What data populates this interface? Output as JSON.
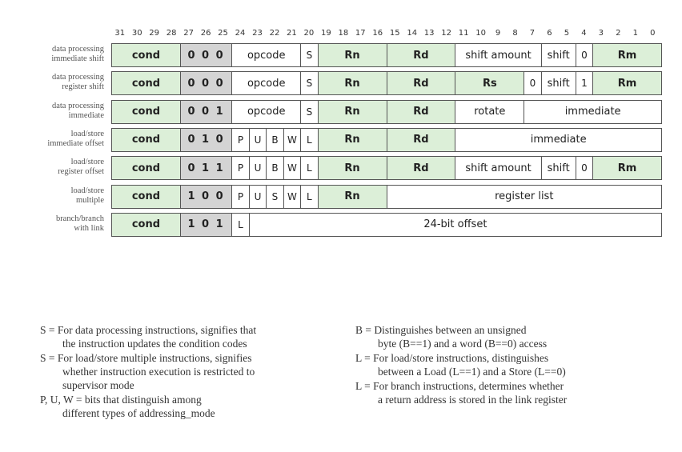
{
  "bit_numbers": [
    "31",
    "30",
    "29",
    "28",
    "27",
    "26",
    "25",
    "24",
    "23",
    "22",
    "21",
    "20",
    "19",
    "18",
    "17",
    "16",
    "15",
    "14",
    "13",
    "12",
    "11",
    "10",
    "9",
    "8",
    "7",
    "6",
    "5",
    "4",
    "3",
    "2",
    "1",
    "0"
  ],
  "rows": [
    {
      "label_lines": [
        "data processing",
        "immediate shift"
      ],
      "fields": [
        {
          "text": "cond",
          "hi": 31,
          "lo": 28,
          "style": "green"
        },
        {
          "text": "0 0 0",
          "hi": 27,
          "lo": 25,
          "style": "gray"
        },
        {
          "text": "opcode",
          "hi": 24,
          "lo": 21,
          "style": "white"
        },
        {
          "text": "S",
          "hi": 20,
          "lo": 20,
          "style": "white"
        },
        {
          "text": "Rn",
          "hi": 19,
          "lo": 16,
          "style": "green"
        },
        {
          "text": "Rd",
          "hi": 15,
          "lo": 12,
          "style": "green"
        },
        {
          "text": "shift amount",
          "hi": 11,
          "lo": 7,
          "style": "white"
        },
        {
          "text": "shift",
          "hi": 6,
          "lo": 5,
          "style": "white"
        },
        {
          "text": "0",
          "hi": 4,
          "lo": 4,
          "style": "white"
        },
        {
          "text": "Rm",
          "hi": 3,
          "lo": 0,
          "style": "green"
        }
      ]
    },
    {
      "label_lines": [
        "data processing",
        "register shift"
      ],
      "fields": [
        {
          "text": "cond",
          "hi": 31,
          "lo": 28,
          "style": "green"
        },
        {
          "text": "0 0 0",
          "hi": 27,
          "lo": 25,
          "style": "gray"
        },
        {
          "text": "opcode",
          "hi": 24,
          "lo": 21,
          "style": "white"
        },
        {
          "text": "S",
          "hi": 20,
          "lo": 20,
          "style": "white"
        },
        {
          "text": "Rn",
          "hi": 19,
          "lo": 16,
          "style": "green"
        },
        {
          "text": "Rd",
          "hi": 15,
          "lo": 12,
          "style": "green"
        },
        {
          "text": "Rs",
          "hi": 11,
          "lo": 8,
          "style": "green"
        },
        {
          "text": "0",
          "hi": 7,
          "lo": 7,
          "style": "white"
        },
        {
          "text": "shift",
          "hi": 6,
          "lo": 5,
          "style": "white"
        },
        {
          "text": "1",
          "hi": 4,
          "lo": 4,
          "style": "white"
        },
        {
          "text": "Rm",
          "hi": 3,
          "lo": 0,
          "style": "green"
        }
      ]
    },
    {
      "label_lines": [
        "data processing",
        "immediate"
      ],
      "fields": [
        {
          "text": "cond",
          "hi": 31,
          "lo": 28,
          "style": "green"
        },
        {
          "text": "0 0 1",
          "hi": 27,
          "lo": 25,
          "style": "gray"
        },
        {
          "text": "opcode",
          "hi": 24,
          "lo": 21,
          "style": "white"
        },
        {
          "text": "S",
          "hi": 20,
          "lo": 20,
          "style": "white"
        },
        {
          "text": "Rn",
          "hi": 19,
          "lo": 16,
          "style": "green"
        },
        {
          "text": "Rd",
          "hi": 15,
          "lo": 12,
          "style": "green"
        },
        {
          "text": "rotate",
          "hi": 11,
          "lo": 8,
          "style": "white"
        },
        {
          "text": "immediate",
          "hi": 7,
          "lo": 0,
          "style": "white"
        }
      ]
    },
    {
      "label_lines": [
        "load/store",
        "immediate offset"
      ],
      "fields": [
        {
          "text": "cond",
          "hi": 31,
          "lo": 28,
          "style": "green"
        },
        {
          "text": "0 1 0",
          "hi": 27,
          "lo": 25,
          "style": "gray"
        },
        {
          "text": "P",
          "hi": 24,
          "lo": 24,
          "style": "white"
        },
        {
          "text": "U",
          "hi": 23,
          "lo": 23,
          "style": "white"
        },
        {
          "text": "B",
          "hi": 22,
          "lo": 22,
          "style": "white"
        },
        {
          "text": "W",
          "hi": 21,
          "lo": 21,
          "style": "white"
        },
        {
          "text": "L",
          "hi": 20,
          "lo": 20,
          "style": "white"
        },
        {
          "text": "Rn",
          "hi": 19,
          "lo": 16,
          "style": "green"
        },
        {
          "text": "Rd",
          "hi": 15,
          "lo": 12,
          "style": "green"
        },
        {
          "text": "immediate",
          "hi": 11,
          "lo": 0,
          "style": "white"
        }
      ]
    },
    {
      "label_lines": [
        "load/store",
        "register offset"
      ],
      "fields": [
        {
          "text": "cond",
          "hi": 31,
          "lo": 28,
          "style": "green"
        },
        {
          "text": "0 1 1",
          "hi": 27,
          "lo": 25,
          "style": "gray"
        },
        {
          "text": "P",
          "hi": 24,
          "lo": 24,
          "style": "white"
        },
        {
          "text": "U",
          "hi": 23,
          "lo": 23,
          "style": "white"
        },
        {
          "text": "B",
          "hi": 22,
          "lo": 22,
          "style": "white"
        },
        {
          "text": "W",
          "hi": 21,
          "lo": 21,
          "style": "white"
        },
        {
          "text": "L",
          "hi": 20,
          "lo": 20,
          "style": "white"
        },
        {
          "text": "Rn",
          "hi": 19,
          "lo": 16,
          "style": "green"
        },
        {
          "text": "Rd",
          "hi": 15,
          "lo": 12,
          "style": "green"
        },
        {
          "text": "shift amount",
          "hi": 11,
          "lo": 7,
          "style": "white"
        },
        {
          "text": "shift",
          "hi": 6,
          "lo": 5,
          "style": "white"
        },
        {
          "text": "0",
          "hi": 4,
          "lo": 4,
          "style": "white"
        },
        {
          "text": "Rm",
          "hi": 3,
          "lo": 0,
          "style": "green"
        }
      ]
    },
    {
      "label_lines": [
        "load/store",
        "multiple"
      ],
      "fields": [
        {
          "text": "cond",
          "hi": 31,
          "lo": 28,
          "style": "green"
        },
        {
          "text": "1 0 0",
          "hi": 27,
          "lo": 25,
          "style": "gray"
        },
        {
          "text": "P",
          "hi": 24,
          "lo": 24,
          "style": "white"
        },
        {
          "text": "U",
          "hi": 23,
          "lo": 23,
          "style": "white"
        },
        {
          "text": "S",
          "hi": 22,
          "lo": 22,
          "style": "white"
        },
        {
          "text": "W",
          "hi": 21,
          "lo": 21,
          "style": "white"
        },
        {
          "text": "L",
          "hi": 20,
          "lo": 20,
          "style": "white"
        },
        {
          "text": "Rn",
          "hi": 19,
          "lo": 16,
          "style": "green"
        },
        {
          "text": "register list",
          "hi": 15,
          "lo": 0,
          "style": "white"
        }
      ]
    },
    {
      "label_lines": [
        "branch/branch",
        "with link"
      ],
      "fields": [
        {
          "text": "cond",
          "hi": 31,
          "lo": 28,
          "style": "green"
        },
        {
          "text": "1 0 1",
          "hi": 27,
          "lo": 25,
          "style": "gray"
        },
        {
          "text": "L",
          "hi": 24,
          "lo": 24,
          "style": "white"
        },
        {
          "text": "24-bit offset",
          "hi": 23,
          "lo": 0,
          "style": "white"
        }
      ]
    }
  ],
  "legend_left": [
    {
      "key": "S =",
      "lines": [
        "For data processing instructions, signifies that",
        "the instruction updates the condition codes"
      ]
    },
    {
      "key": "S =",
      "lines": [
        "For load/store multiple instructions, signifies",
        "whether instruction execution is restricted to",
        "supervisor mode"
      ]
    },
    {
      "key": "P, U, W =",
      "lines": [
        "bits that distinguish among",
        "different types of addressing_mode"
      ]
    }
  ],
  "legend_right": [
    {
      "key": "B =",
      "lines": [
        "Distinguishes between an unsigned",
        "byte (B==1) and a word (B==0) access"
      ]
    },
    {
      "key": "L =",
      "lines": [
        "For load/store instructions, distinguishes",
        "between a Load (L==1) and a Store (L==0)"
      ]
    },
    {
      "key": "L =",
      "lines": [
        "For branch instructions, determines whether",
        "a return address is stored in the link register"
      ]
    }
  ]
}
